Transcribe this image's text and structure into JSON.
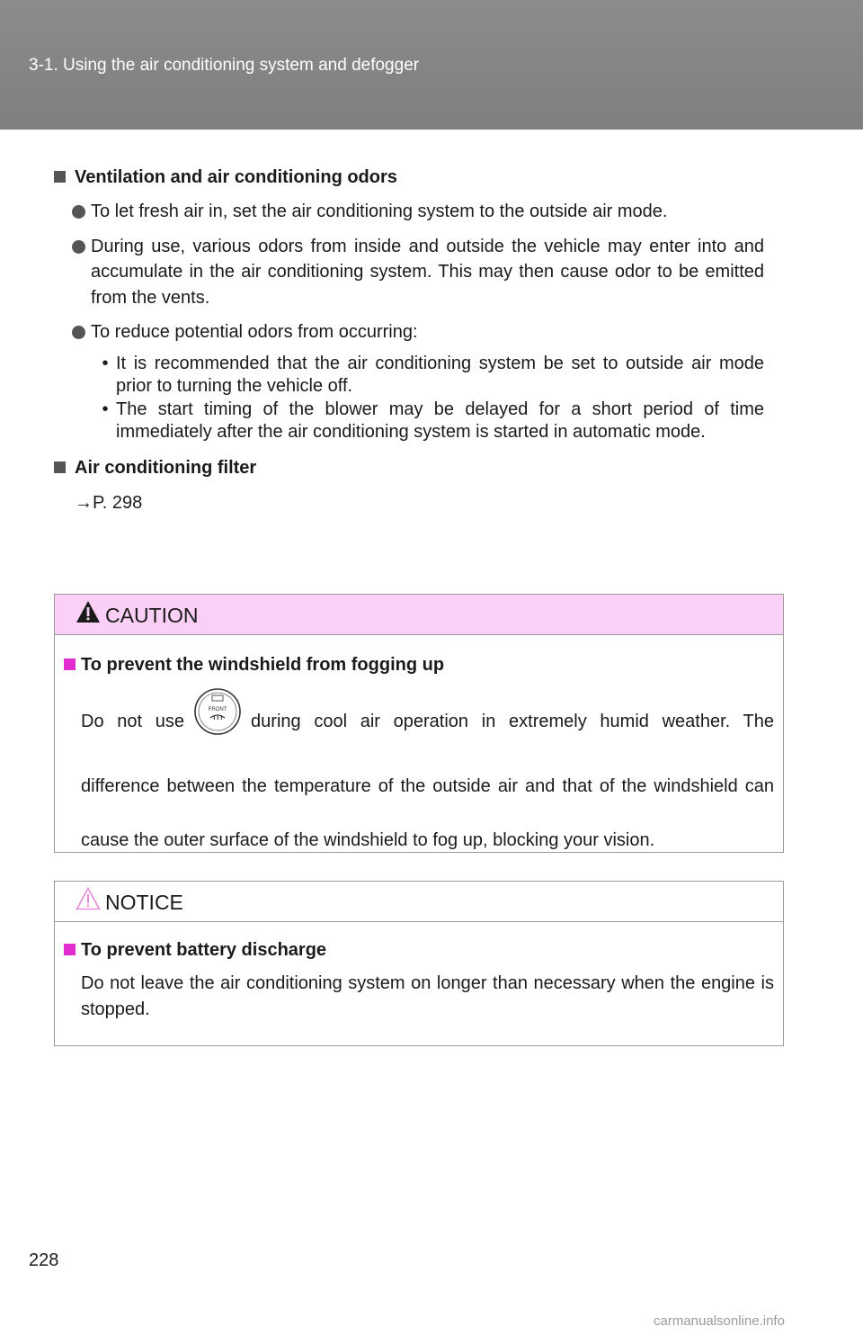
{
  "header": {
    "title": "3-1. Using the air conditioning system and defogger"
  },
  "sections": {
    "ventilation": {
      "heading": "Ventilation and air conditioning odors",
      "bullets": [
        "To let fresh air in, set the air conditioning system to the outside air mode.",
        "During use, various odors from inside and outside the vehicle may enter into and accumulate in the air conditioning system. This may then cause odor to be emitted from the vents.",
        "To reduce potential odors from occurring:"
      ],
      "subbullets": [
        "It is recommended that the air conditioning system be set to outside air mode prior to turning the vehicle off.",
        "The start timing of the blower may be delayed for a short period of time immediately after the air conditioning system is started in automatic mode."
      ]
    },
    "filter": {
      "heading": "Air conditioning filter",
      "reference": "P. 298"
    }
  },
  "caution": {
    "title": "CAUTION",
    "heading": "To prevent the windshield from fogging up",
    "text_before_icon": "Do not use",
    "icon_label": "FRONT",
    "text_after_icon": "during cool air operation in extremely humid weather. The difference between the temperature of the outside air and that of the windshield can cause the outer surface of the windshield to fog up, blocking your vision."
  },
  "notice": {
    "title": "NOTICE",
    "heading": "To prevent battery discharge",
    "text": "Do not leave the air conditioning system on longer than necessary when the engine is stopped."
  },
  "footer": {
    "page_number": "228",
    "watermark": "carmanualsonline.info"
  },
  "colors": {
    "header": "#808080",
    "caution_band": "#fbd0f6",
    "accent": "#e12ccf"
  },
  "icons": {
    "warning": "warning-triangle-icon",
    "defroster": "front-defroster-button-icon",
    "reference_arrow": "right-arrow-icon"
  }
}
